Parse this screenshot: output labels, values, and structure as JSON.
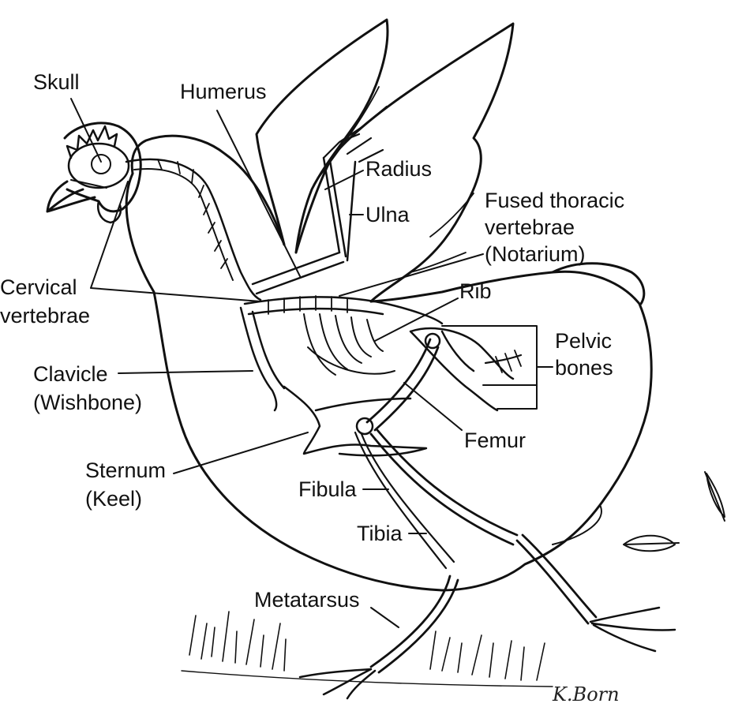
{
  "labels": {
    "skull": "Skull",
    "humerus": "Humerus",
    "radius": "Radius",
    "ulna": "Ulna",
    "fused_line1": "Fused thoracic",
    "fused_line2": "vertebrae",
    "fused_line3": "(Notarium)",
    "cervical_line1": "Cervical",
    "cervical_line2": "vertebrae",
    "rib": "Rib",
    "pelvic_line1": "Pelvic",
    "pelvic_line2": "bones",
    "clavicle_line1": "Clavicle",
    "clavicle_line2": "(Wishbone)",
    "femur": "Femur",
    "sternum_line1": "Sternum",
    "sternum_line2": "(Keel)",
    "fibula": "Fibula",
    "tibia": "Tibia",
    "metatarsus": "Metatarsus"
  },
  "signature": "K.Born",
  "colors": {
    "ink": "#111111",
    "background": "#ffffff"
  }
}
